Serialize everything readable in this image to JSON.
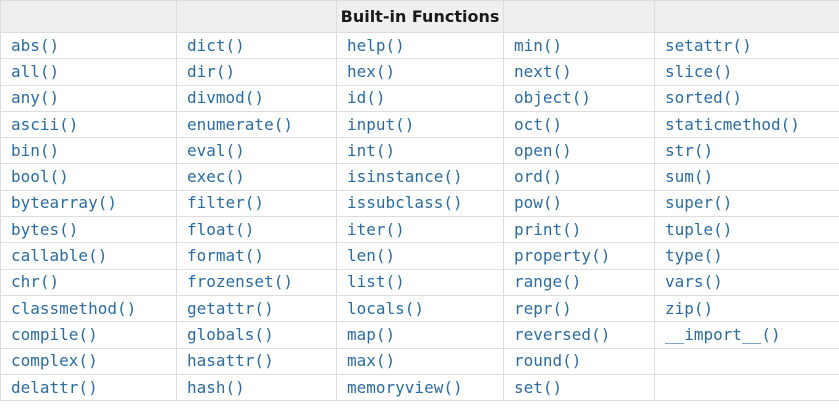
{
  "table": {
    "title": "Built-in Functions",
    "header_cells": [
      "",
      "",
      "Built-in Functions",
      "",
      ""
    ],
    "rows": [
      [
        "abs()",
        "dict()",
        "help()",
        "min()",
        "setattr()"
      ],
      [
        "all()",
        "dir()",
        "hex()",
        "next()",
        "slice()"
      ],
      [
        "any()",
        "divmod()",
        "id()",
        "object()",
        "sorted()"
      ],
      [
        "ascii()",
        "enumerate()",
        "input()",
        "oct()",
        "staticmethod()"
      ],
      [
        "bin()",
        "eval()",
        "int()",
        "open()",
        "str()"
      ],
      [
        "bool()",
        "exec()",
        "isinstance()",
        "ord()",
        "sum()"
      ],
      [
        "bytearray()",
        "filter()",
        "issubclass()",
        "pow()",
        "super()"
      ],
      [
        "bytes()",
        "float()",
        "iter()",
        "print()",
        "tuple()"
      ],
      [
        "callable()",
        "format()",
        "len()",
        "property()",
        "type()"
      ],
      [
        "chr()",
        "frozenset()",
        "list()",
        "range()",
        "vars()"
      ],
      [
        "classmethod()",
        "getattr()",
        "locals()",
        "repr()",
        "zip()"
      ],
      [
        "compile()",
        "globals()",
        "map()",
        "reversed()",
        "__import__()"
      ],
      [
        "complex()",
        "hasattr()",
        "max()",
        "round()",
        ""
      ],
      [
        "delattr()",
        "hash()",
        "memoryview()",
        "set()",
        ""
      ]
    ]
  },
  "colors": {
    "link": "#2c6b9e",
    "border": "#dddddd",
    "header_bg": "#efefef",
    "header_text": "#1a1a1a"
  }
}
